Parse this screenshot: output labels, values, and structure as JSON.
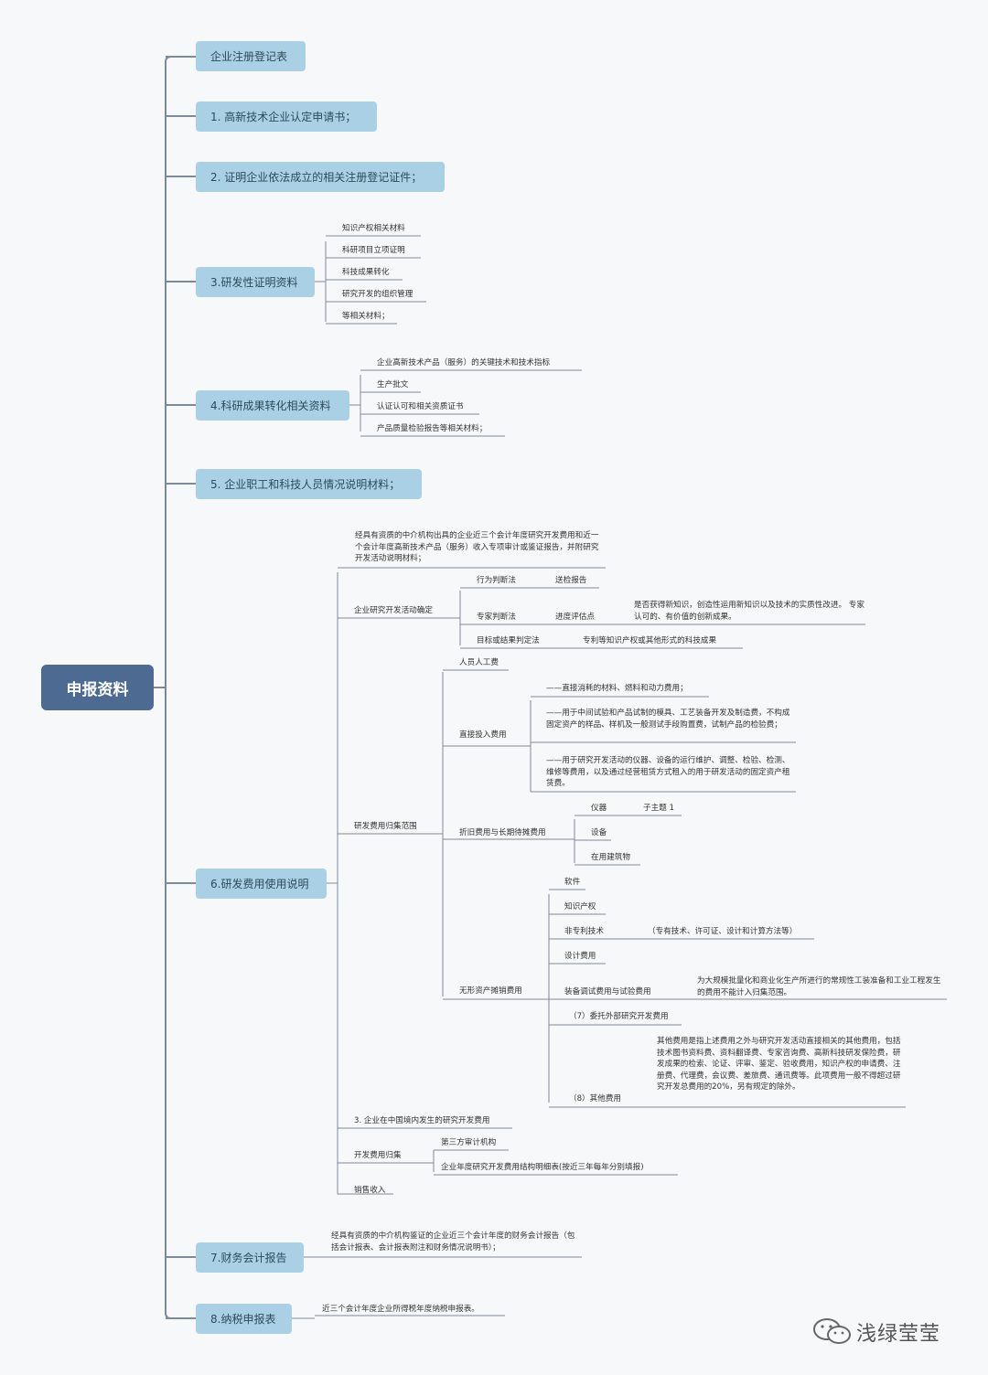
{
  "root": {
    "label": "申报资料"
  },
  "branches": {
    "b0": "企业注册登记表",
    "b1": "1. 高新技术企业认定申请书；",
    "b2": "2. 证明企业依法成立的相关注册登记证件；",
    "b3": "3.研发性证明资料",
    "b4": "4.科研成果转化相关资料",
    "b5": "5. 企业职工和科技人员情况说明材料；",
    "b6": "6.研发费用使用说明",
    "b7": "7.财务会计报告",
    "b8": "8.纳税申报表"
  },
  "b3_items": [
    "知识产权相关材料",
    "科研项目立项证明",
    "科技成果转化",
    "研究开发的组织管理",
    "等相关材料；"
  ],
  "b4_items": [
    "企业高新技术产品（服务）的关键技术和技术指标",
    "生产批文",
    "认证认可和相关资质证书",
    "产品质量检验报告等相关材料；"
  ],
  "b6": {
    "audit_text": "经具有资质的中介机构出具的企业近三个会计年度研究开发费用和近一个会计年度高新技术产品（服务）收入专项审计或鉴证报告，并附研究开发活动说明材料；",
    "activity": {
      "label": "企业研究开发活动确定",
      "m1": "行为判断法",
      "m1_sub": "送检报告",
      "m2": "专家判断法",
      "m2_sub": "进度评估点",
      "m2_desc": "是否获得新知识，创造性运用新知识以及技术的实质性改进。 专家认可的、有价值的创新成果。",
      "m3": "目标或结果判定法",
      "m3_sub": "专利等知识产权或其他形式的科技成果"
    },
    "scope": {
      "label": "研发费用归集范围",
      "personnel": "人员人工费",
      "direct": {
        "label": "直接投入费用",
        "i1": "——直接消耗的材料、燃料和动力费用；",
        "i2": "——用于中间试验和产品试制的模具、工艺装备开发及制造费，不构成固定资产的样品、样机及一般测试手段购置费，试制产品的检验费；",
        "i3": "——用于研究开发活动的仪器、设备的运行维护、调整、检验、检测、维修等费用，以及通过经营租赁方式租入的用于研发活动的固定资产租赁费。"
      },
      "depreciation": {
        "label": "折旧费用与长期待摊费用",
        "instrument": "仪器",
        "subtopic": "子主题 1",
        "equipment": "设备",
        "building": "在用建筑物"
      },
      "intangible": {
        "label": "无形资产摊销费用",
        "software": "软件",
        "ip": "知识产权",
        "nonpatent": "非专利技术",
        "nonpatent_note": "（专有技术、许可证、设计和计算方法等）",
        "design": "设计费用",
        "equip_debug": "装备调试费用与试验费用",
        "equip_debug_note": "为大规模批量化和商业化生产所进行的常规性工装准备和工业工程发生的费用不能计入归集范围。",
        "outsourced": "（7）委托外部研究开发费用",
        "other": "（8）其他费用",
        "other_note": "其他费用是指上述费用之外与研究开发活动直接相关的其他费用，包括技术图书资料费、资料翻译费、专家咨询费、高新科技研发保险费，研发成果的检索、论证、评审、鉴定、验收费用，知识产权的申请费、注册费、代理费，会议费、差旅费、通讯费等。此项费用一般不得超过研究开发总费用的20%，另有规定的除外。"
      }
    },
    "domestic": "3. 企业在中国境内发生的研究开发费用",
    "collection": {
      "label": "开发费用归集",
      "c1": "第三方审计机构",
      "c2": "企业年度研究开发费用结构明细表(按近三年每年分别填报)"
    },
    "sales": "销售收入"
  },
  "b7_text": "经具有资质的中介机构鉴证的企业近三个会计年度的财务会计报告（包括会计报表、会计报表附注和财务情况说明书）；",
  "b8_text": "近三个会计年度企业所得税年度纳税申报表。",
  "watermark": {
    "text": "浅绿莹莹",
    "icon": "wechat-icon"
  },
  "colors": {
    "root": "#4d6a92",
    "branch": "#a9d0e4",
    "line": "#7d8a97",
    "background": "#f6f8fa"
  }
}
